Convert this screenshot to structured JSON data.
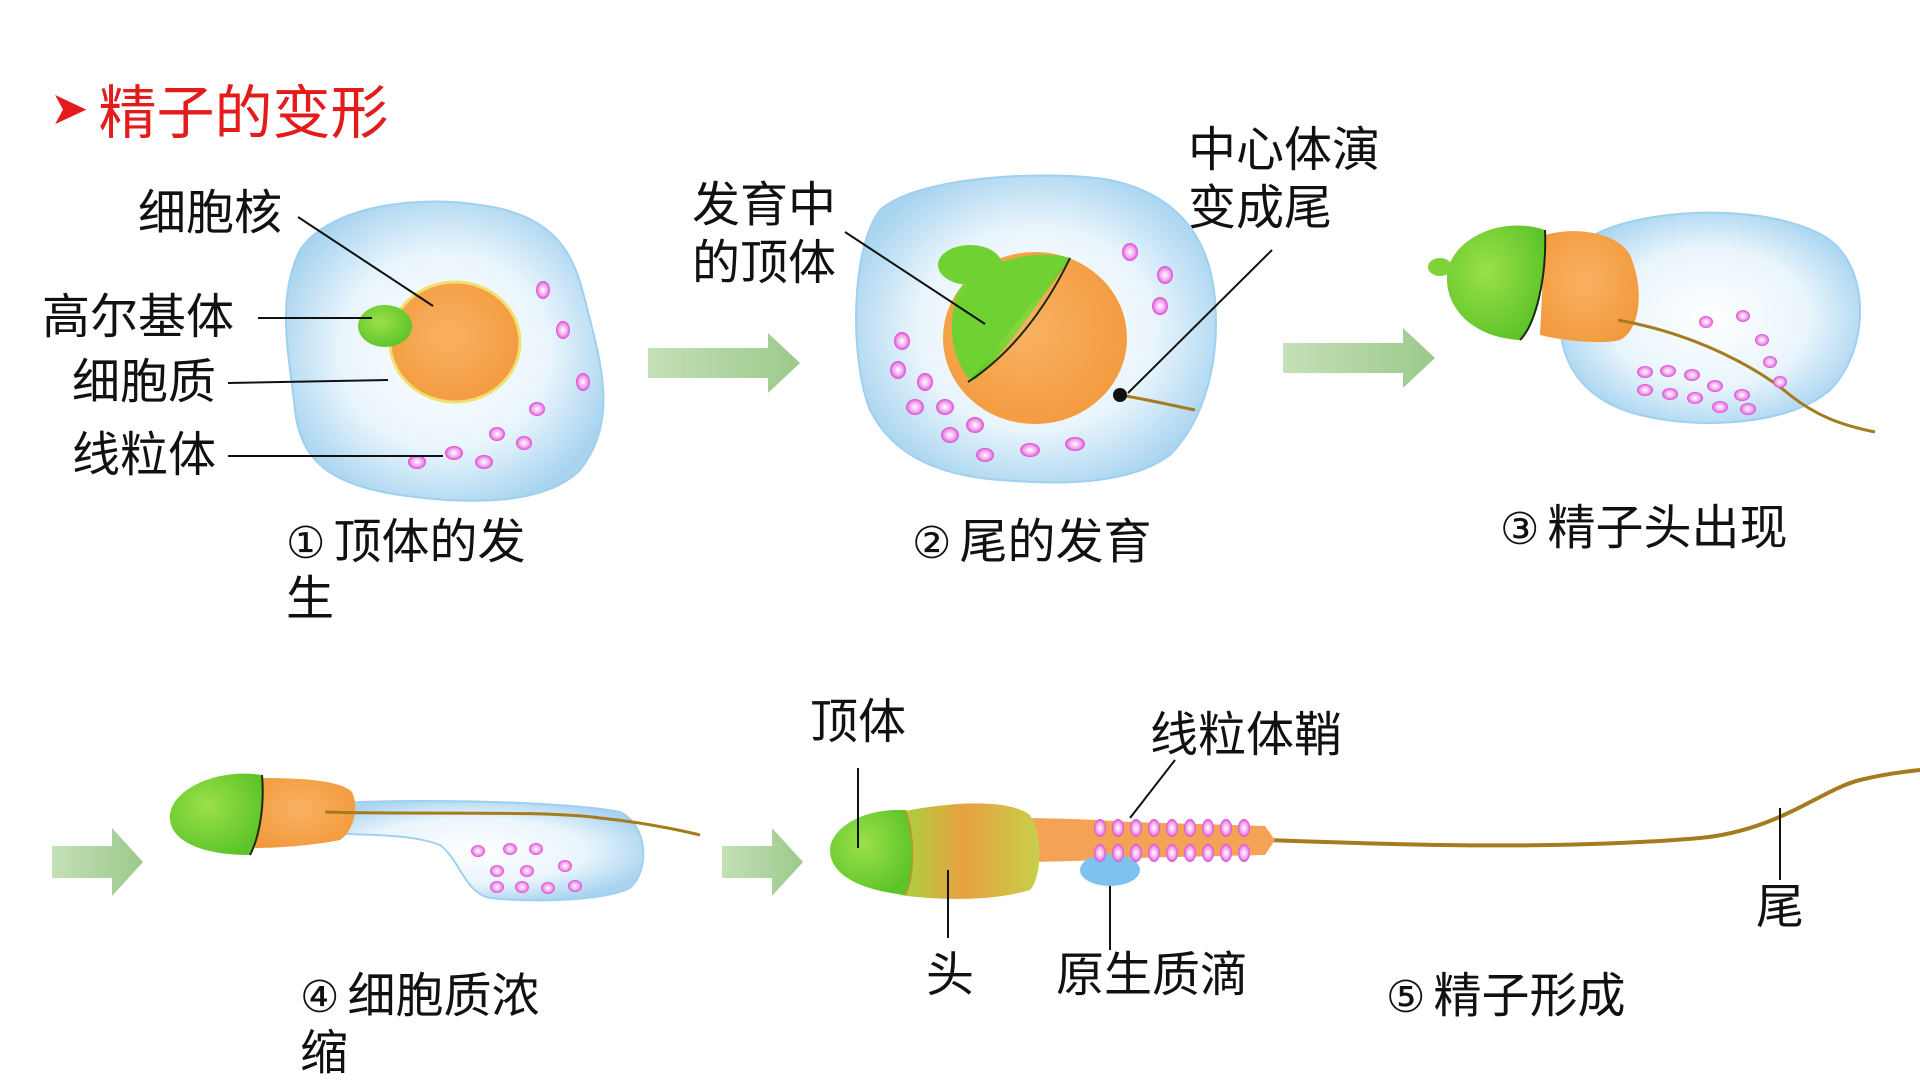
{
  "title": {
    "marker": "➤",
    "text": "精子的变形"
  },
  "colors": {
    "title": "#e31b1b",
    "cytoplasm": "#bfe0f5",
    "nucleus": "#f6a350",
    "acrosome": "#7fd43a",
    "mitochondria": "#e048d8",
    "tail": "#a57b1e",
    "arrow": "#a9cf9a"
  },
  "labels": {
    "nucleus": "细胞核",
    "golgi": "高尔基体",
    "cytoplasm": "细胞质",
    "mitochondria": "线粒体",
    "developing_acrosome_l1": "发育中",
    "developing_acrosome_l2": "的顶体",
    "centriole_l1": "中心体演",
    "centriole_l2": "变成尾",
    "acrosome": "顶体",
    "mito_sheath": "线粒体鞘",
    "head": "头",
    "protoplasmic_droplet": "原生质滴",
    "tail": "尾"
  },
  "steps": [
    {
      "num": "①",
      "text_l1": "顶体的发",
      "text_l2": "生"
    },
    {
      "num": "②",
      "text": "尾的发育"
    },
    {
      "num": "③",
      "text": "精子头出现"
    },
    {
      "num": "④",
      "text_l1": "细胞质浓",
      "text_l2": "缩"
    },
    {
      "num": "⑤",
      "text": "精子形成"
    }
  ]
}
